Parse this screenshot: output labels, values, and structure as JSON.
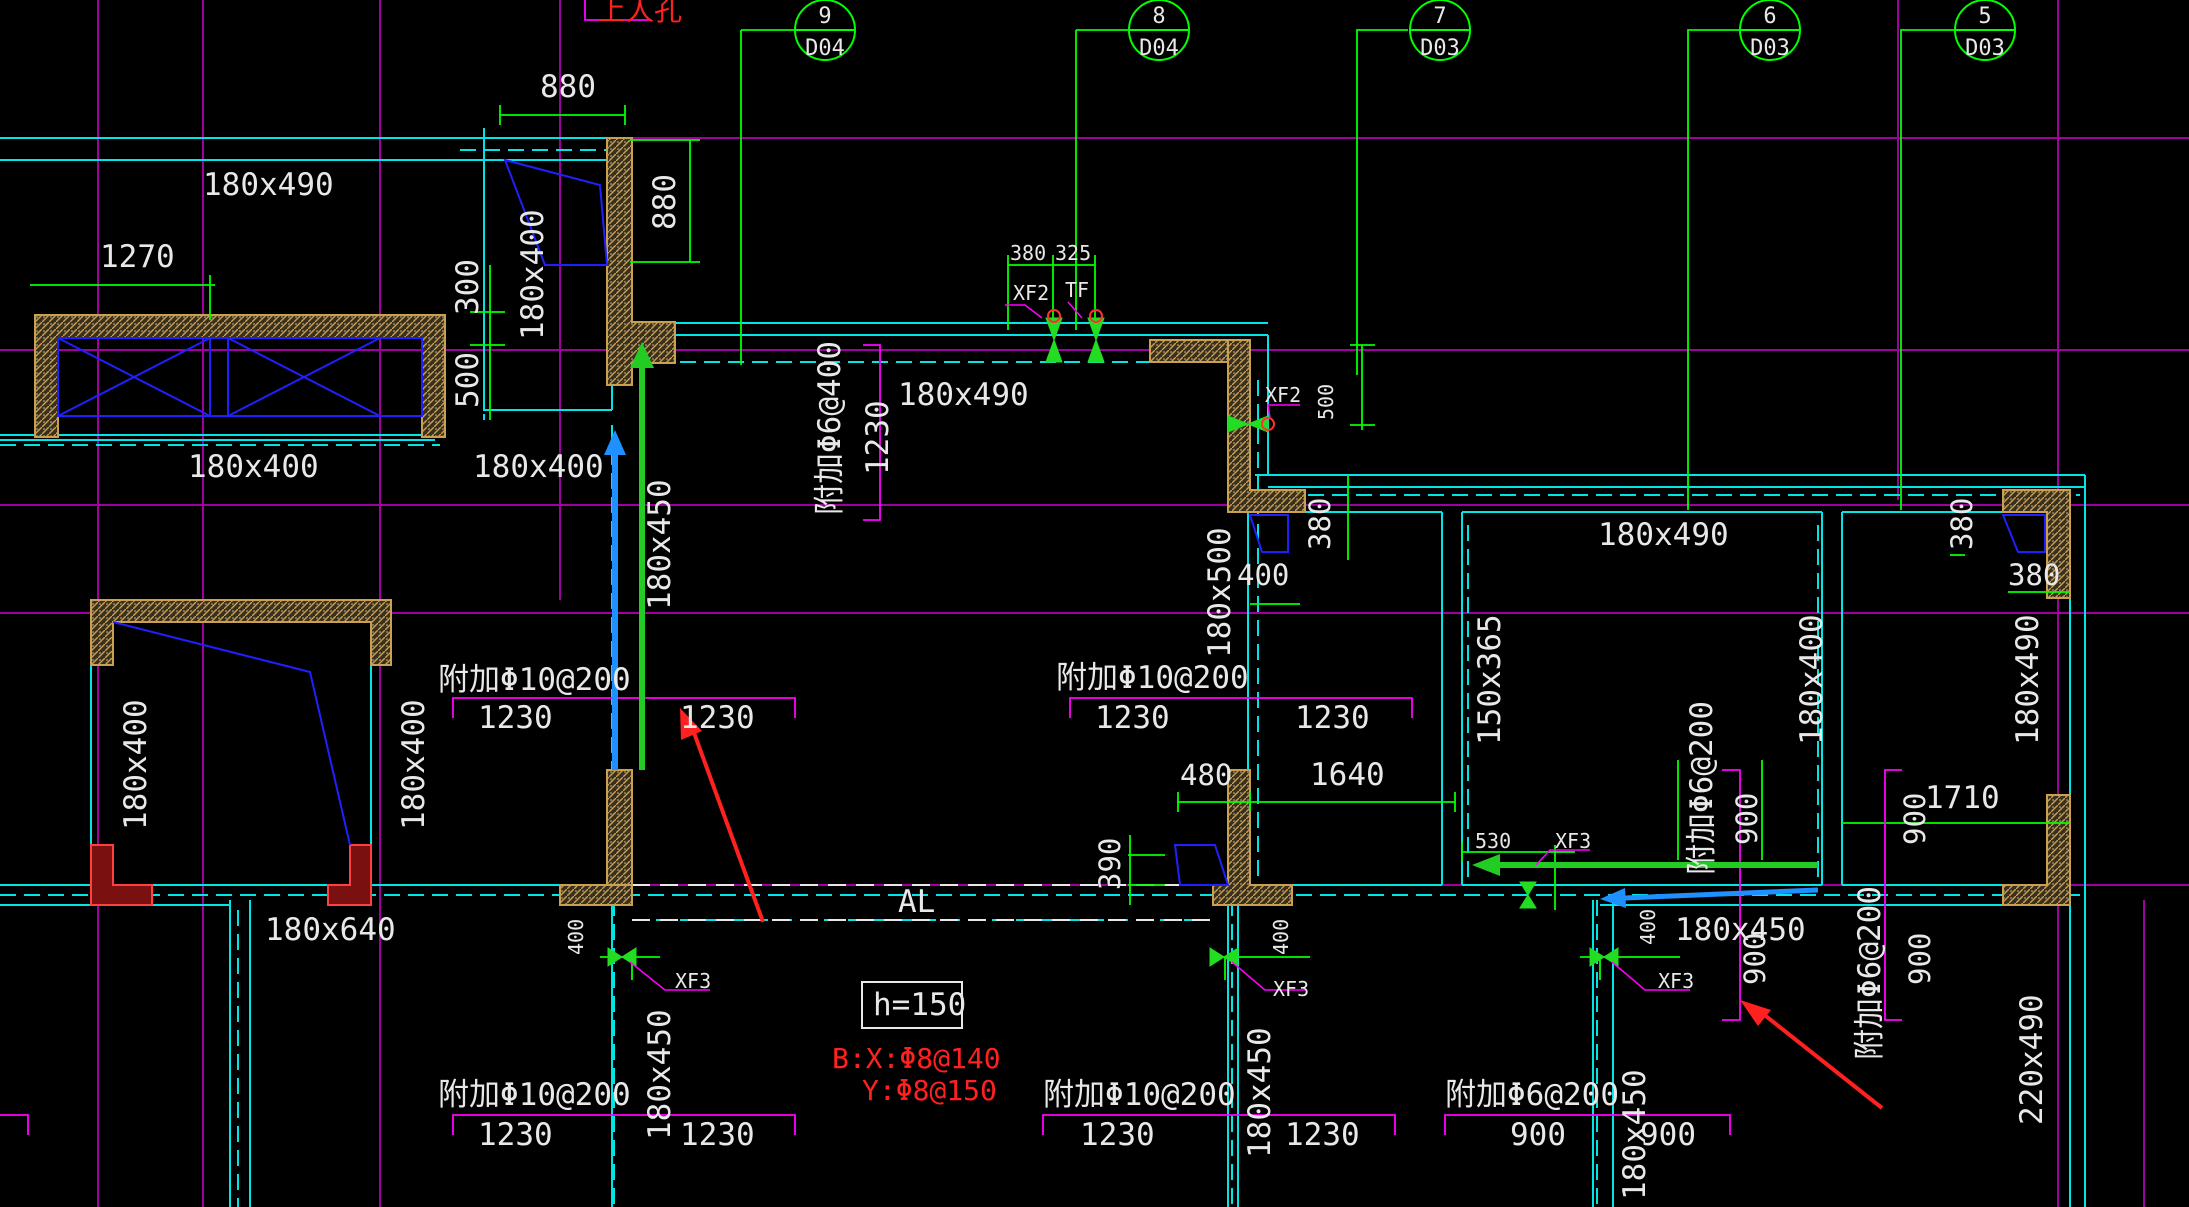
{
  "drawing": {
    "background": "#000000",
    "colors": {
      "wall_line": "#00e5e5",
      "dashed_beam": "#00e5e5",
      "grid_line": "#a000a0",
      "dimension": "#00ff00",
      "rebar_label": "#ff00ff",
      "hatched_column": "#c8a050",
      "equipment": "#2020ff",
      "annotation_red": "#ff2020",
      "arrow_blue": "#1e90ff",
      "arrow_green": "#22cc22",
      "arrow_red": "#ff2020"
    },
    "axis_bubbles": [
      {
        "num": "9",
        "ref": "D04"
      },
      {
        "num": "8",
        "ref": "D04"
      },
      {
        "num": "7",
        "ref": "D03"
      },
      {
        "num": "6",
        "ref": "D03"
      },
      {
        "num": "5",
        "ref": "D03"
      }
    ],
    "top_label": "上人孔",
    "dimensions": {
      "d880_h": "880",
      "d880_v": "880",
      "d1270": "1270",
      "d300": "300",
      "d500_left": "500",
      "d380": "380",
      "d325": "325",
      "d500_right": "500",
      "d380_a": "380",
      "d380_b": "380",
      "d380_c": "380",
      "d400_a": "400",
      "d480": "480",
      "d1640": "1640",
      "d390": "390",
      "d530": "530",
      "d1710": "1710",
      "d900_a": "900",
      "d900_b": "900",
      "d900_c": "900",
      "d900_d": "900",
      "d400_b": "400",
      "d400_c": "400",
      "d400_d": "400"
    },
    "beams": {
      "b1": "180x490",
      "b2": "180x400",
      "b3": "180x400",
      "b4": "180x400",
      "b5": "180x490",
      "b6": "180x450",
      "b7": "180x500",
      "b8": "180x490",
      "b9": "150x365",
      "b10": "180x400",
      "b11": "180x490",
      "b12": "180x400",
      "b13": "180x400",
      "b14": "180x640",
      "b15": "180x450",
      "b16": "180x450",
      "b17": "180x450",
      "b18": "180x450",
      "b19": "220x490"
    },
    "rebar": {
      "r1": "附加Φ6@400",
      "r1_len": "1230",
      "r2": "附加Φ10@200",
      "r2_len_a": "1230",
      "r2_len_b": "1230",
      "r3": "附加Φ10@200",
      "r3_len_a": "1230",
      "r3_len_b": "1230",
      "r4": "附加Φ6@200",
      "r5": "附加Φ6@200",
      "r6": "附加Φ10@200",
      "r6_len_a": "1230",
      "r6_len_b": "1230",
      "r7": "附加Φ10@200",
      "r7_len_a": "1230",
      "r7_len_b": "1230",
      "r8": "附加Φ6@200",
      "r8_len_a": "900",
      "r8_len_b": "900"
    },
    "dampers": {
      "xf2_a": "XF2",
      "tf": "TF",
      "xf2_b": "XF2",
      "xf3_a": "XF3",
      "xf3_b": "XF3",
      "xf3_c": "XF3",
      "xf3_d": "XF3"
    },
    "slab": {
      "al": "AL",
      "thickness": "h=150",
      "rebar_x": "B:X:Φ8@140",
      "rebar_y": "Y:Φ8@150"
    }
  }
}
